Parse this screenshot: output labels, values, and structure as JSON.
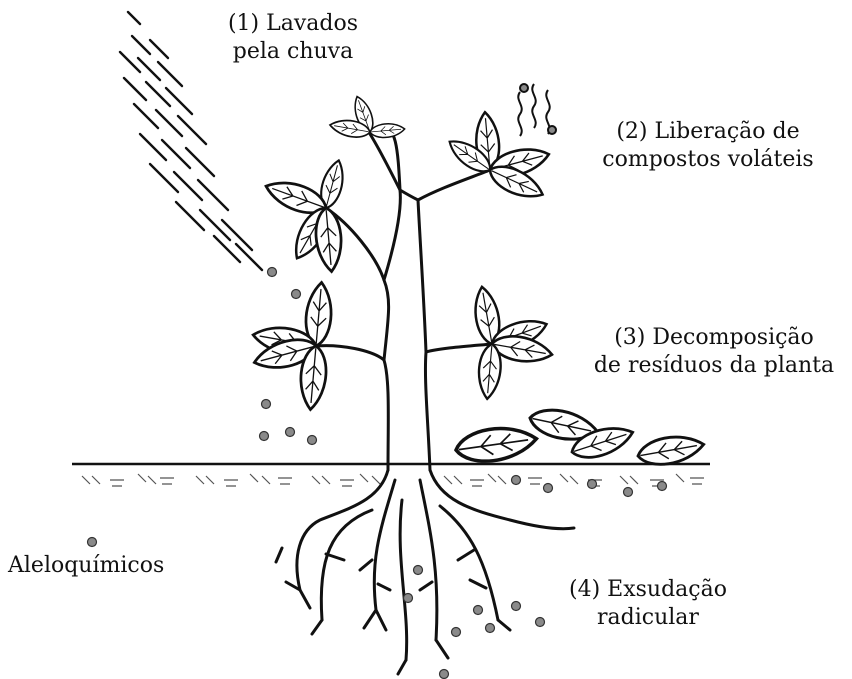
{
  "labels": {
    "washed": {
      "line1": "(1) Lavados",
      "line2": "pela chuva"
    },
    "volatiles": {
      "line1": "(2) Liberação de",
      "line2": "compostos voláteis"
    },
    "decomposition": {
      "line1": "(3) Decomposição",
      "line2": "de resíduos da planta"
    },
    "exudation": {
      "line1": "(4) Exsudação",
      "line2": "radicular"
    },
    "legend": "Aleloquímicos"
  },
  "icons": {
    "rain": "rain-streaks-icon",
    "vapor": "vapor-wisps-icon",
    "dot": "allelochemical-dot-icon"
  },
  "colors": {
    "ink": "#111111",
    "dot_fill": "#8a8a8a",
    "background": "#ffffff"
  }
}
